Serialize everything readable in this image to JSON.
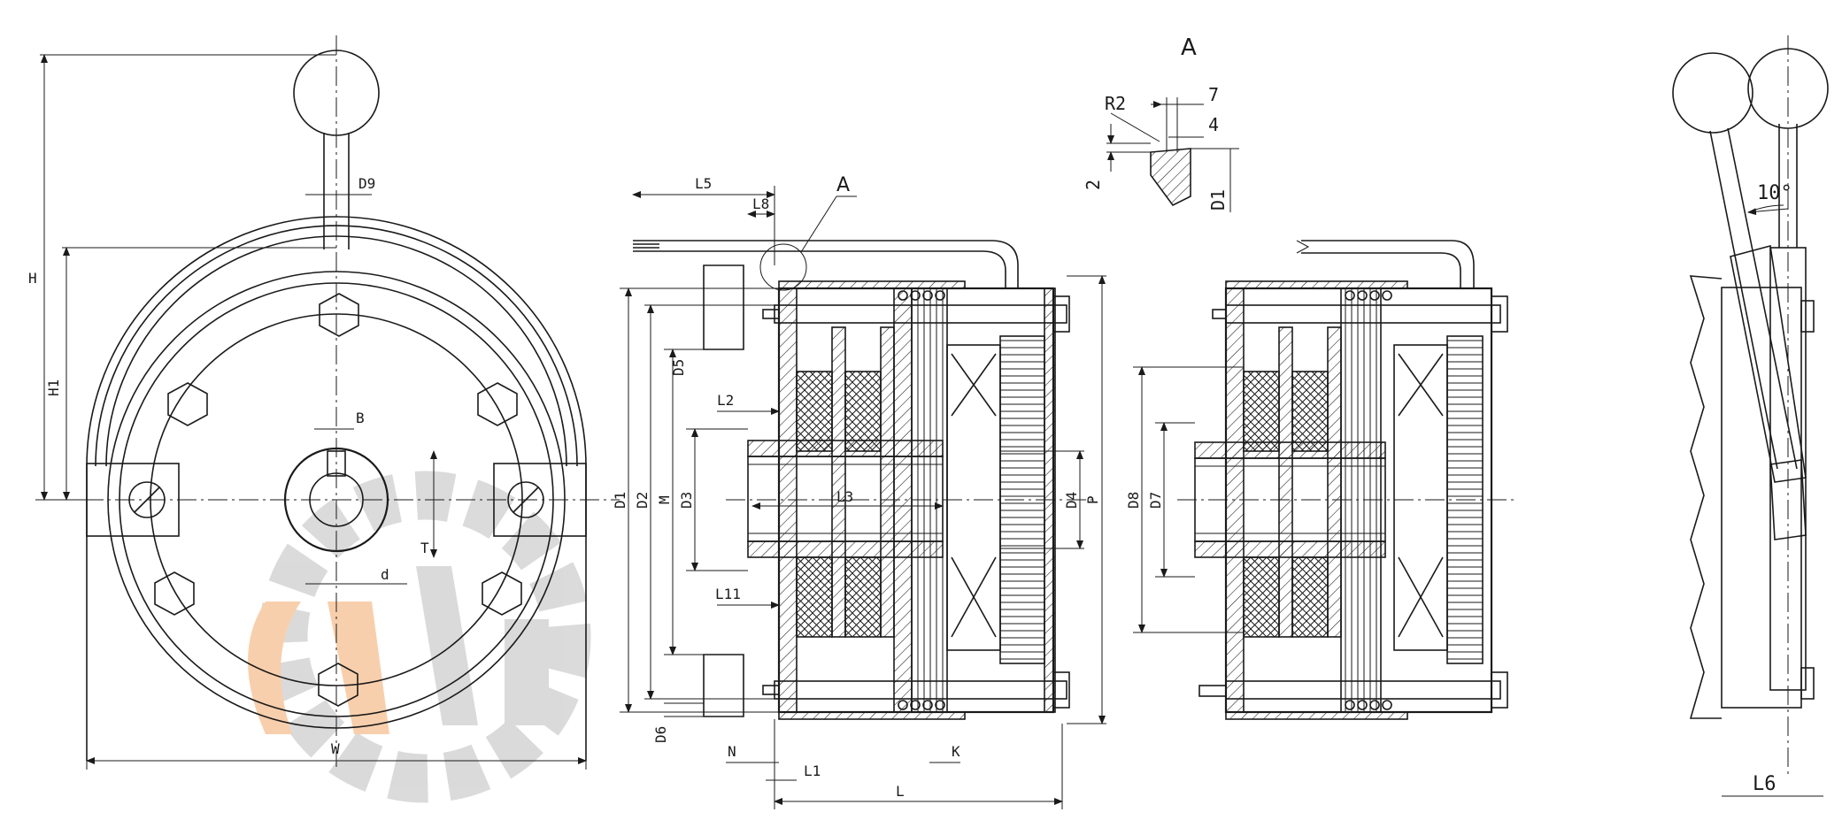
{
  "front_view": {
    "labels": {
      "h": "H",
      "h1": "H1",
      "d9": "D9",
      "b": "B",
      "t": "T",
      "d": "d",
      "w": "W"
    }
  },
  "section_view": {
    "labels": {
      "l5": "L5",
      "l8": "L8",
      "detail_ref": "A",
      "l2": "L2",
      "l3": "L3",
      "l11": "L11",
      "d1": "D1",
      "d2": "D2",
      "m": "M",
      "d3": "D3",
      "d4": "D4",
      "p": "P",
      "d5": "D5",
      "d6": "D6",
      "n": "N",
      "l1": "L1",
      "k": "K",
      "l": "L"
    }
  },
  "second_section": {
    "labels": {
      "d8": "D8",
      "d7": "D7"
    }
  },
  "detail_view": {
    "title": "A",
    "labels": {
      "r2": "R2",
      "v7": "7",
      "v4": "4",
      "v2": "2",
      "d1": "D1"
    }
  },
  "side_view": {
    "labels": {
      "angle": "10°",
      "l6": "L6"
    }
  },
  "watermark": {
    "colors": {
      "orange": "#f3a86a",
      "grey": "#bdbdbd"
    }
  }
}
